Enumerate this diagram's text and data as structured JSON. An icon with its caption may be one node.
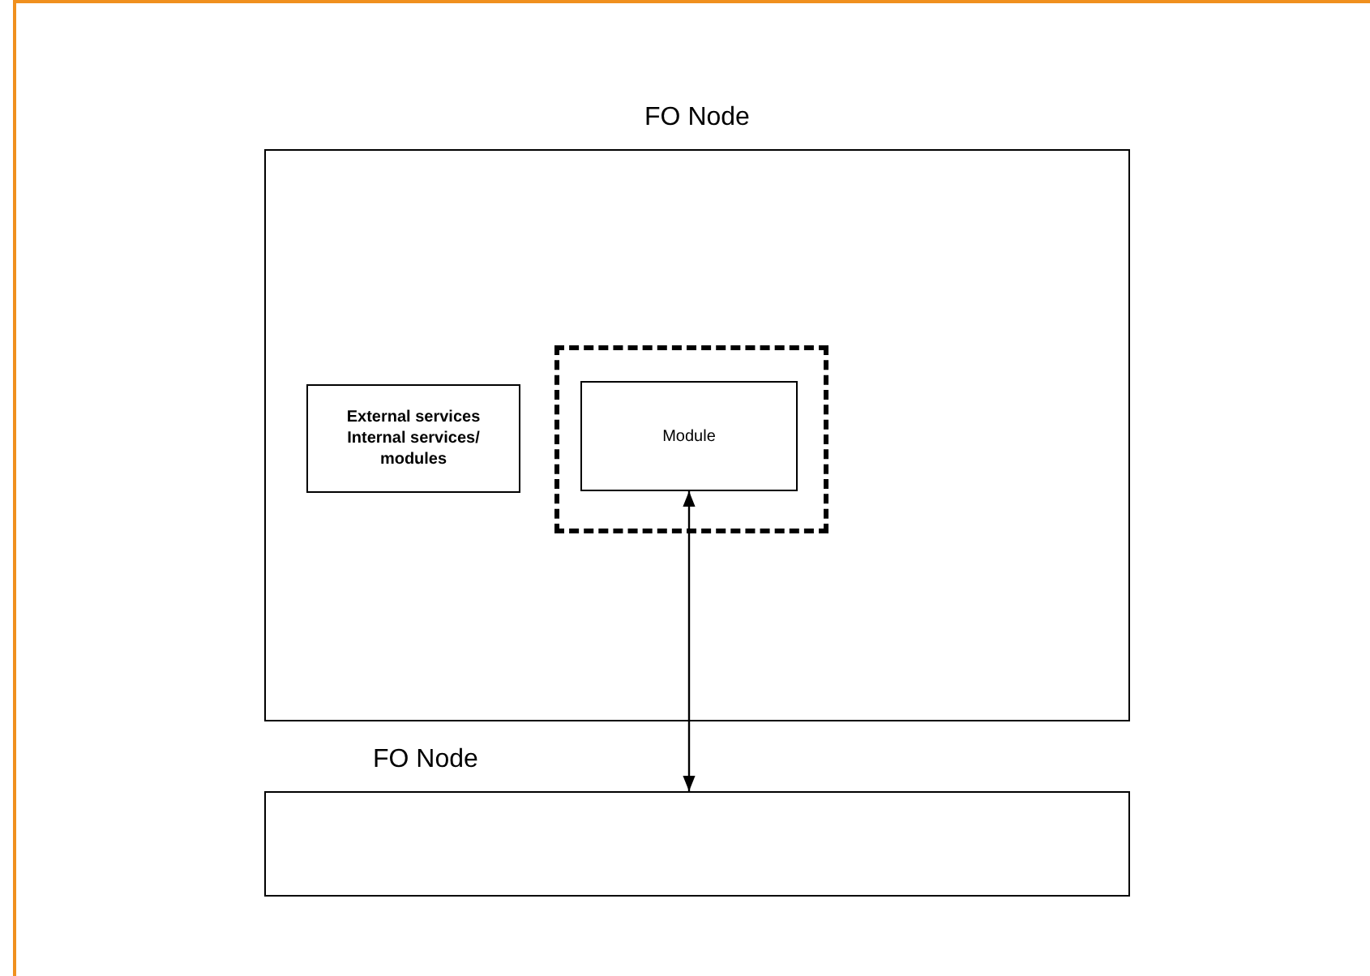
{
  "diagram": {
    "nodes": [
      {
        "text": [
          "FO Node"
        ]
      },
      {
        "text": [
          "External services Internal services/ modules"
        ],
        "in": 0
      },
      {
        "text": [],
        "shape": "box",
        "in": 0
      },
      {
        "text": [
          "Module"
        ],
        "in": 2
      },
      {
        "text": [
          "FO Node"
        ]
      }
    ],
    "edges": [
      {
        "from": 3,
        "to": 4,
        "arrow": "both"
      }
    ]
  }
}
